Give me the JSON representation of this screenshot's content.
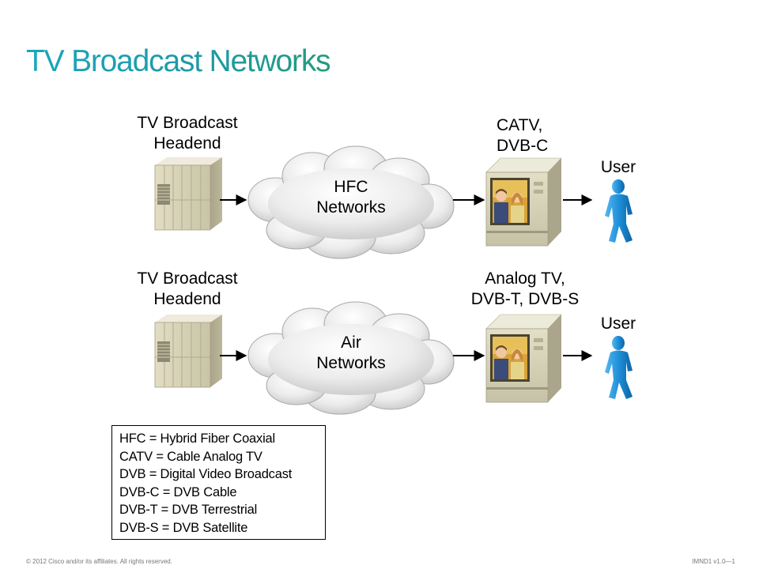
{
  "title": "TV Broadcast Networks",
  "row1": {
    "headend_label": [
      "TV Broadcast",
      "Headend"
    ],
    "cloud_label": [
      "HFC",
      "Networks"
    ],
    "tv_label": [
      "CATV,",
      "DVB-C"
    ],
    "user_label": "User"
  },
  "row2": {
    "headend_label": [
      "TV Broadcast",
      "Headend"
    ],
    "cloud_label": [
      "Air",
      "Networks"
    ],
    "tv_label": [
      "Analog TV,",
      "DVB-T, DVB-S"
    ],
    "user_label": "User"
  },
  "legend": [
    "HFC = Hybrid Fiber Coaxial",
    "CATV = Cable Analog TV",
    "DVB = Digital Video Broadcast",
    "DVB-C = DVB Cable",
    "DVB-T = DVB Terrestrial",
    "DVB-S = DVB Satellite"
  ],
  "footer": {
    "copyright": "© 2012 Cisco and/or its affiliates. All rights reserved.",
    "course_code": "IMND1 v1.0—1"
  },
  "colors": {
    "title": "#1aa3b8",
    "server": "#d6d1b5",
    "tv_cabinet": "#d3cfb5",
    "user": "#1e90d8",
    "cloud": "#e2e2e2"
  }
}
